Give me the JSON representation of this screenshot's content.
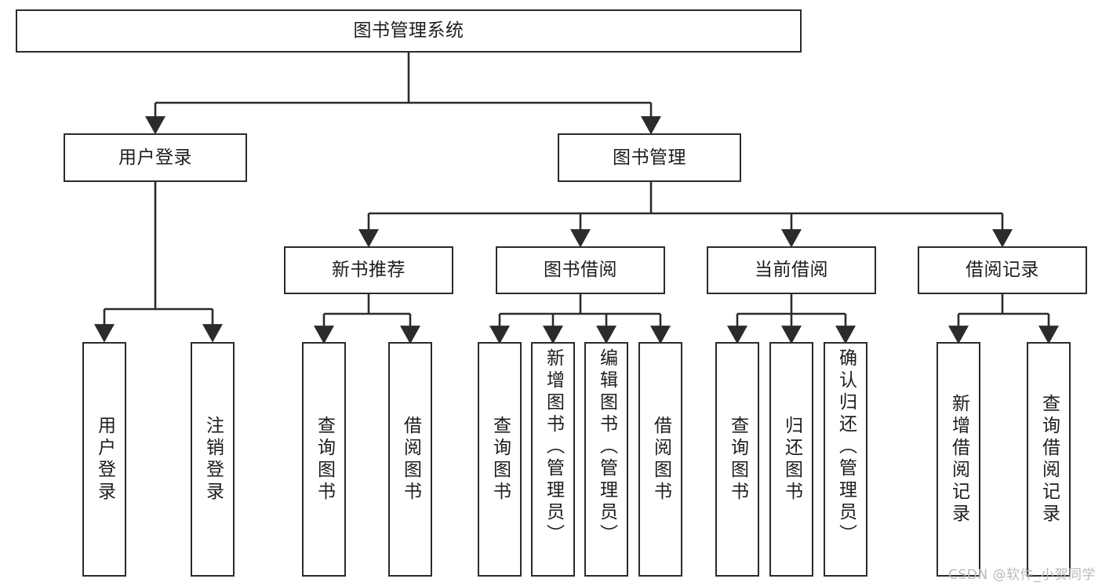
{
  "diagram": {
    "title": "图书管理系统",
    "watermark": "CSDN @软件_小贺同学",
    "stroke_color": "#2b2b2b",
    "text_color": "#1d1d1d",
    "background_color": "#ffffff",
    "nodes": {
      "root": {
        "label": "图书管理系统"
      },
      "level2": [
        {
          "id": "user-login",
          "label": "用户登录"
        },
        {
          "id": "book-manage",
          "label": "图书管理"
        }
      ],
      "level3": [
        {
          "id": "new-book-recommend",
          "label": "新书推荐"
        },
        {
          "id": "book-borrow",
          "label": "图书借阅"
        },
        {
          "id": "current-borrow",
          "label": "当前借阅"
        },
        {
          "id": "borrow-record",
          "label": "借阅记录"
        }
      ],
      "leaves": [
        {
          "id": "leaf-user-login",
          "label": "用户登录",
          "parent": "user-login"
        },
        {
          "id": "leaf-logout-login",
          "label": "注销登录",
          "parent": "user-login"
        },
        {
          "id": "leaf-query-book-1",
          "label": "查询图书",
          "parent": "new-book-recommend"
        },
        {
          "id": "leaf-borrow-book-1",
          "label": "借阅图书",
          "parent": "new-book-recommend"
        },
        {
          "id": "leaf-query-book-2",
          "label": "查询图书",
          "parent": "book-borrow"
        },
        {
          "id": "leaf-add-book",
          "label": "新增图书（管理员）",
          "parent": "book-borrow"
        },
        {
          "id": "leaf-edit-book",
          "label": "编辑图书（管理员）",
          "parent": "book-borrow"
        },
        {
          "id": "leaf-borrow-book-2",
          "label": "借阅图书",
          "parent": "book-borrow"
        },
        {
          "id": "leaf-query-book-3",
          "label": "查询图书",
          "parent": "current-borrow"
        },
        {
          "id": "leaf-return-book",
          "label": "归还图书",
          "parent": "current-borrow"
        },
        {
          "id": "leaf-confirm-return",
          "label": "确认归还（管理员）",
          "parent": "current-borrow"
        },
        {
          "id": "leaf-add-record",
          "label": "新增借阅记录",
          "parent": "borrow-record"
        },
        {
          "id": "leaf-query-record",
          "label": "查询借阅记录",
          "parent": "borrow-record"
        }
      ]
    }
  }
}
